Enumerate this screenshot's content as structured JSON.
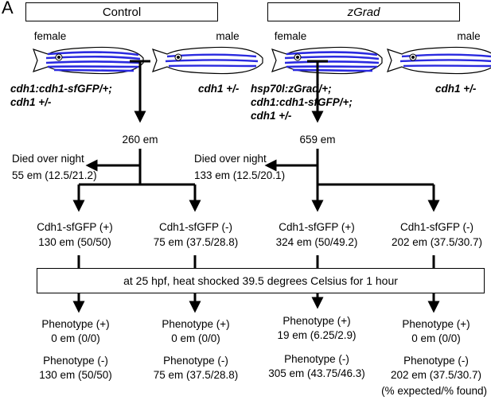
{
  "panel_label": "A",
  "headers": {
    "control": "Control",
    "zgrad": "zGrad"
  },
  "fish_labels": {
    "control_female": "female",
    "control_male": "male",
    "zgrad_female": "female",
    "zgrad_male": "male"
  },
  "genotypes": {
    "control_female_line1": "cdh1:cdh1-sfGFP/+;",
    "control_female_line2": "cdh1 +/-",
    "control_male": "cdh1 +/-",
    "zgrad_female_line1": "hsp70l:zGrad/+;",
    "zgrad_female_line2": "cdh1:cdh1-sfGFP/+;",
    "zgrad_female_line3": "cdh1 +/-",
    "zgrad_male": "cdh1 +/-"
  },
  "counts": {
    "control_total": "260 em",
    "zgrad_total": "659 em",
    "control_died_label": "Died over night",
    "control_died": "55 em (12.5/21.2)",
    "zgrad_died_label": "Died over night",
    "zgrad_died": "133 em (12.5/20.1)"
  },
  "groups": [
    {
      "label": "Cdh1-sfGFP (+)",
      "count": "130 em (50/50)",
      "pheno_pos_label": "Phenotype (+)",
      "pheno_pos": "0 em (0/0)",
      "pheno_neg_label": "Phenotype (-)",
      "pheno_neg": "130 em (50/50)"
    },
    {
      "label": "Cdh1-sfGFP (-)",
      "count": "75 em (37.5/28.8)",
      "pheno_pos_label": "Phenotype (+)",
      "pheno_pos": "0 em (0/0)",
      "pheno_neg_label": "Phenotype (-)",
      "pheno_neg": "75 em (37.5/28.8)"
    },
    {
      "label": "Cdh1-sfGFP (+)",
      "count": "324 em (50/49.2)",
      "pheno_pos_label": "Phenotype (+)",
      "pheno_pos": "19 em (6.25/2.9)",
      "pheno_neg_label": "Phenotype (-)",
      "pheno_neg": "305 em (43.75/46.3)"
    },
    {
      "label": "Cdh1-sfGFP (-)",
      "count": "202 em (37.5/30.7)",
      "pheno_pos_label": "Phenotype (+)",
      "pheno_pos": "0 em (0/0)",
      "pheno_neg_label": "Phenotype (-)",
      "pheno_neg": "202 em (37.5/30.7)"
    }
  ],
  "heat_shock": "at 25 hpf, heat shocked 39.5 degrees Celsius for 1 hour",
  "footnote": "(% expected/% found)",
  "colors": {
    "fish_stripe": "#2a2adf",
    "line": "#000000"
  }
}
